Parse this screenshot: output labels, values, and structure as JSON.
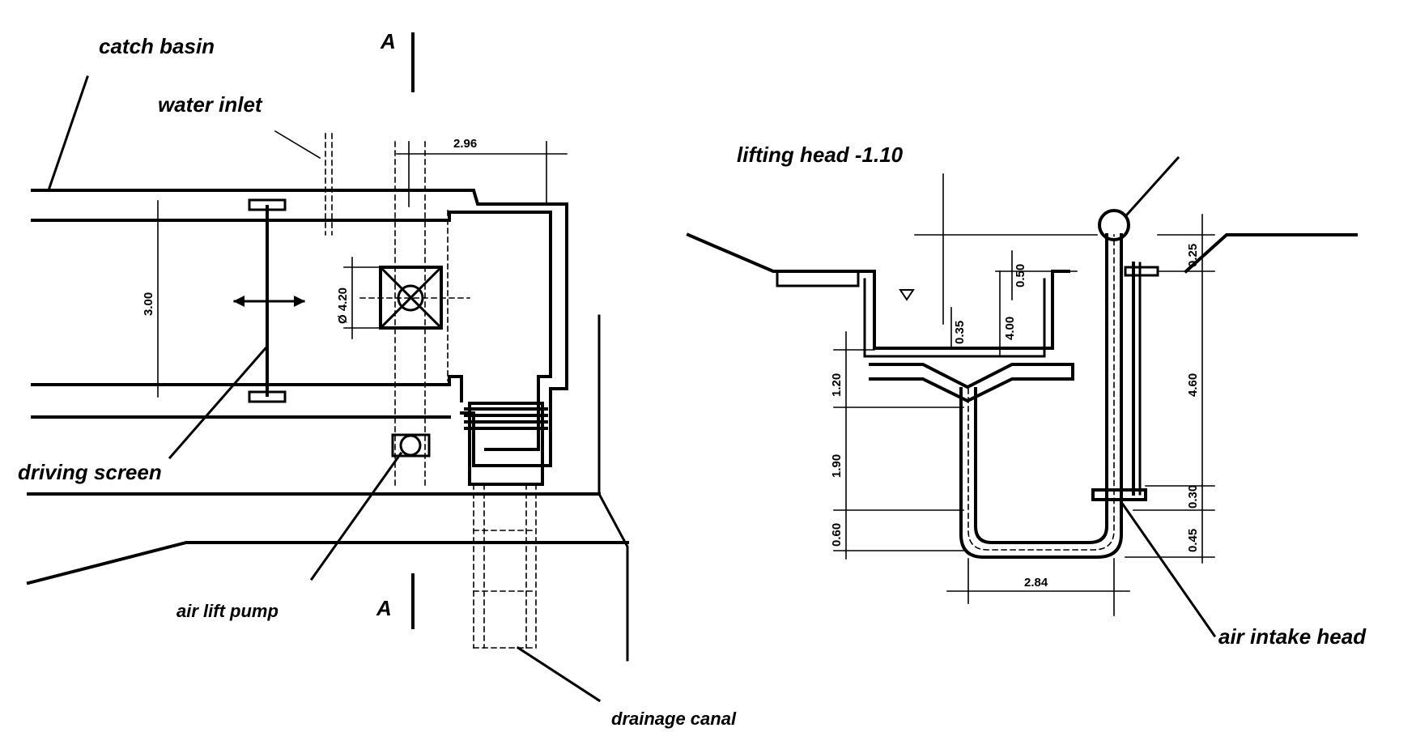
{
  "left_view": {
    "labels": {
      "catch_basin": "catch basin",
      "water_inlet": "water inlet",
      "driving_screen": "driving screen",
      "air_lift_pump": "air lift pump",
      "drainage_canal": "drainage canal",
      "section_mark_top": "A",
      "section_mark_bottom": "A"
    },
    "dimensions": {
      "width_top": "2.96",
      "channel_width": "3.00",
      "grid_size": "Ø 4.20"
    }
  },
  "right_view": {
    "labels": {
      "lifting_head": "lifting head -1.10",
      "air_intake_head": "air intake head"
    },
    "dimensions": {
      "d_050": "0.50",
      "d_035": "0.35",
      "d_400": "4.00",
      "d_120": "1.20",
      "d_190": "1.90",
      "d_060": "0.60",
      "d_460": "4.60",
      "d_025": "0.25",
      "d_030": "0.30",
      "d_045": "0.45",
      "d_284": "2.84"
    }
  }
}
